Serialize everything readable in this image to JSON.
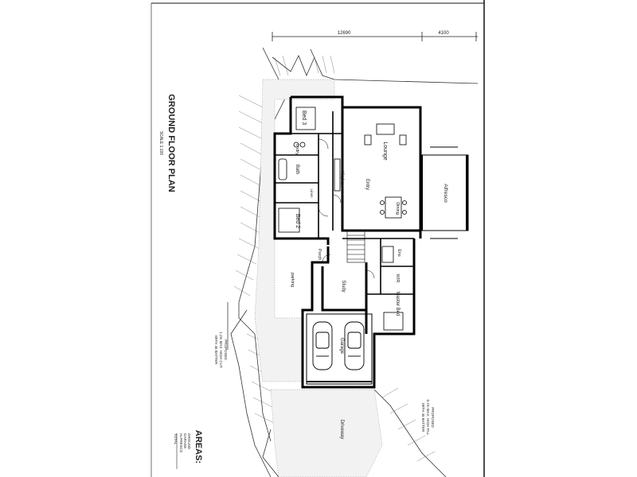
{
  "plan": {
    "title": "GROUND FLOOR PLAN",
    "scale": "SCALE 1:100",
    "dimensions": [
      "12690",
      "4100"
    ],
    "rooms": {
      "bed3": "Bed 3",
      "bed2": "Bed 2",
      "bath": "Bath",
      "lndry": "Lndry",
      "linen": "Linen",
      "kitchen": "Kitchen",
      "lounge": "Lounge",
      "entry": "Entry",
      "dining": "Dining",
      "alfresco": "Alfresco",
      "porch": "Porch",
      "study": "Study",
      "ens": "Ens",
      "wir": "WIR",
      "master_bed": "Master Bed",
      "garage": "Garage",
      "driveway": "Driveway",
      "parking": "parking"
    },
    "notes": {
      "left": [
        "PROPOSED",
        "1.2m MAX. HIGH CUT",
        "WITH 45 BATTER"
      ],
      "right": [
        "PROPOSED",
        "0.7m MAX. HIGH FILL",
        "WITH 45 BATTER"
      ]
    },
    "areas": {
      "heading": "AREAS:",
      "lines": [
        "GROUND",
        "GARAGE",
        "ALFRESCO",
        "TOTAL"
      ]
    }
  }
}
